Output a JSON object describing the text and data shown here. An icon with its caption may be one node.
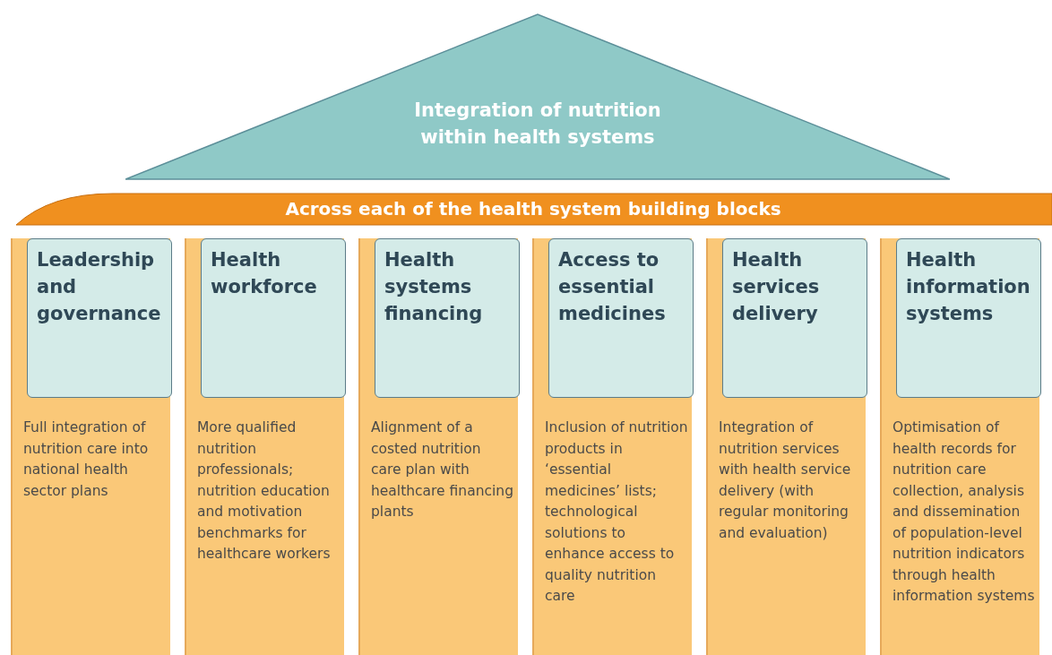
{
  "diagram": {
    "nodes": [
      {
        "text": [
          "Integration of nutrition within health systems"
        ]
      },
      {
        "text": [
          "Across each of the health system building blocks"
        ]
      },
      {
        "text": [
          "Full integration of nutrition care into national health sector plans"
        ]
      },
      {
        "text": [
          "Leadership and governance"
        ],
        "in": 2
      },
      {
        "text": [
          "More qualified nutrition professionals; nutrition education and motivation benchmarks for healthcare workers"
        ]
      },
      {
        "text": [
          "Health workforce"
        ],
        "in": 4
      },
      {
        "text": [
          "Alignment of a costed nutrition care plan with healthcare financing plants"
        ]
      },
      {
        "text": [
          "Health systems financing"
        ],
        "in": 6
      },
      {
        "text": [
          "Inclusion of nutrition products in ‘essential medicines’ lists; technological solutions to enhance access to quality nutrition care"
        ]
      },
      {
        "text": [
          "Access to essential medicines"
        ],
        "in": 8
      },
      {
        "text": [
          "Integration of nutrition services with health service delivery (with regular monitoring and evaluation)"
        ]
      },
      {
        "text": [
          "Health services delivery"
        ],
        "in": 10
      },
      {
        "text": [
          "Optimisation of health records for nutrition care collection, analysis and dissemination of population-level nutrition indicators through health information systems"
        ]
      },
      {
        "text": [
          "Health information systems"
        ],
        "in": 12
      }
    ]
  }
}
